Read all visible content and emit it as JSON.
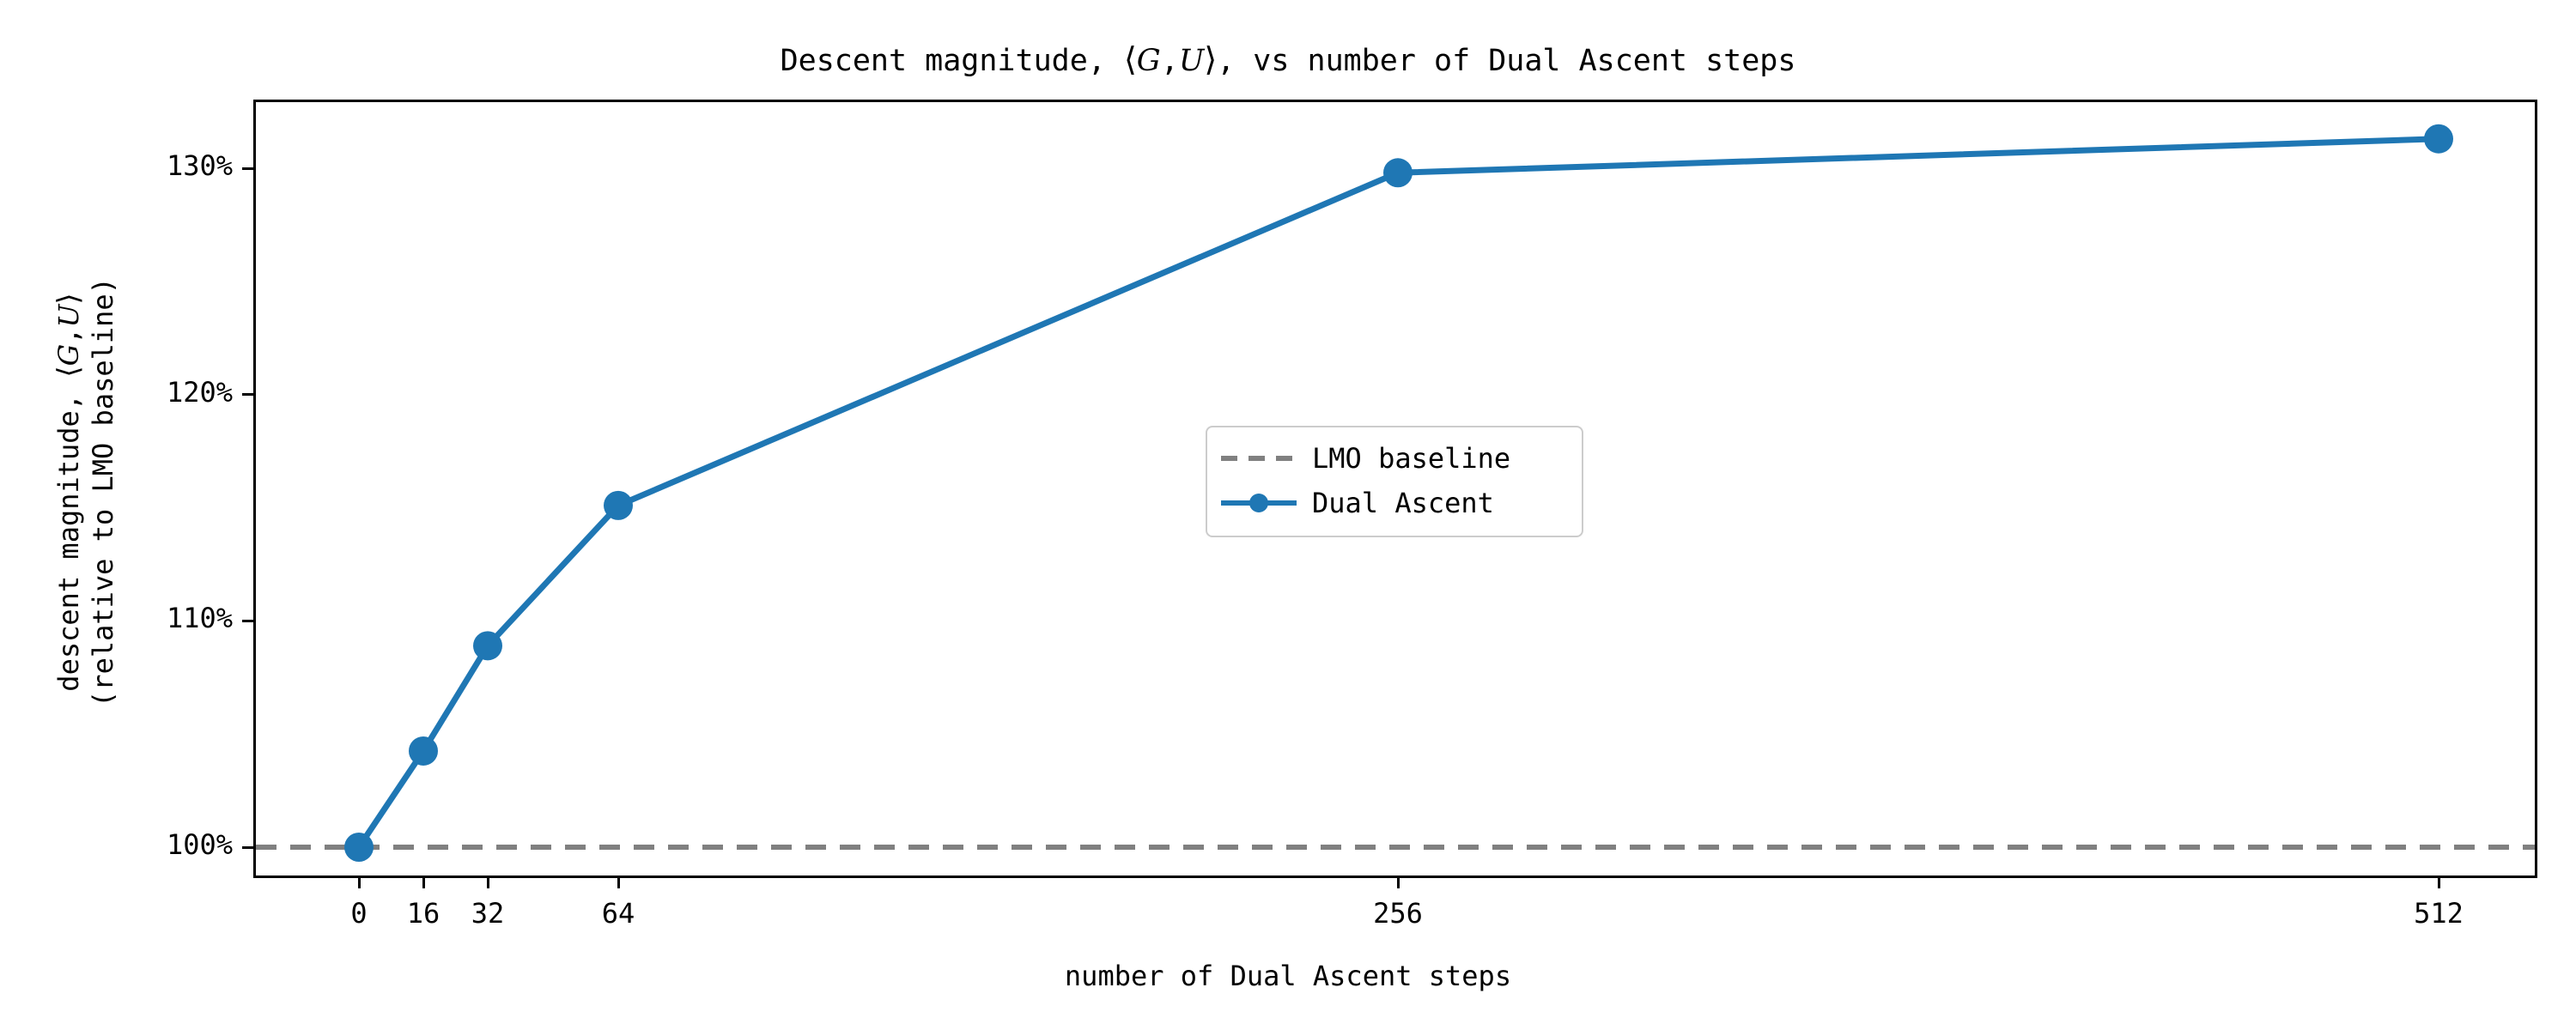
{
  "chart_data": {
    "type": "line",
    "title": "Descent magnitude, ⟨G,U⟩, vs number of Dual Ascent steps",
    "title_parts": {
      "pre": "Descent magnitude, ",
      "open_angle": "⟨",
      "sym_g": "G",
      "comma": ",",
      "sym_u": "U",
      "close_angle": "⟩",
      "post": ", vs number of Dual Ascent steps"
    },
    "xlabel": "number of Dual Ascent steps",
    "ylabel_line1_pre": "descent magnitude, ",
    "ylabel_line1_open": "⟨",
    "ylabel_line1_g": "G",
    "ylabel_line1_comma": ",",
    "ylabel_line1_u": "U",
    "ylabel_line1_close": "⟩",
    "ylabel_line2": "(relative to LMO baseline)",
    "x": [
      0,
      16,
      32,
      64,
      256,
      512
    ],
    "xticklabels": [
      "0",
      "16",
      "32",
      "64",
      "256",
      "512"
    ],
    "yticks": [
      100,
      110,
      120,
      130
    ],
    "yticklabels": [
      "100%",
      "110%",
      "120%",
      "130%"
    ],
    "ylim": [
      97.0,
      133.0
    ],
    "grid": false,
    "legend_position": "center",
    "series": [
      {
        "name": "LMO baseline",
        "style": "dashed",
        "color": "#808080",
        "values": [
          100,
          100,
          100,
          100,
          100,
          100
        ]
      },
      {
        "name": "Dual Ascent",
        "style": "solid-marker",
        "color": "#1f77b4",
        "values": [
          100.0,
          104.25,
          108.9,
          115.1,
          129.8,
          131.3
        ]
      }
    ]
  },
  "legend": {
    "items": [
      {
        "label": "LMO baseline"
      },
      {
        "label": "Dual Ascent"
      }
    ]
  },
  "colors": {
    "dual_ascent": "#1f77b4",
    "lmo_baseline": "#808080",
    "axis": "#000000",
    "legend_border": "#cccccc",
    "background": "#ffffff"
  }
}
